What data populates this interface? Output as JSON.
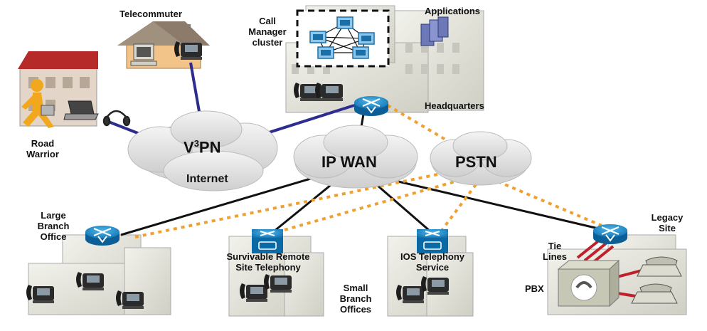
{
  "labels": {
    "telecommuter": "Telecommuter",
    "road_warrior": [
      "Road",
      "Warrior"
    ],
    "call_manager_cluster": [
      "Call",
      "Manager",
      "cluster"
    ],
    "applications": "Applications",
    "headquarters": "Headquarters",
    "vpn_prefix": "V",
    "vpn_sup": "3",
    "vpn_suffix": "PN",
    "internet": "Internet",
    "ip_wan": "IP WAN",
    "pstn": "PSTN",
    "large_branch_office": [
      "Large",
      "Branch",
      "Office"
    ],
    "srst": [
      "Survivable Remote",
      "Site Telephony"
    ],
    "ios_telephony": [
      "IOS Telephony",
      "Service"
    ],
    "small_branch_offices": [
      "Small",
      "Branch",
      "Offices"
    ],
    "legacy_site": [
      "Legacy",
      "Site"
    ],
    "tie_lines": [
      "Tie",
      "Lines"
    ],
    "pbx": "PBX"
  },
  "colors": {
    "wan_link": "#111111",
    "vpn_link": "#2d2d8f",
    "pstn_link": "#f0a030",
    "tie_line": "#c0202a",
    "router": "#1a8fd0",
    "cloud": "#e6e6e6",
    "building": "#e8e8e0"
  },
  "icons": [
    "router-icon",
    "ip-phone-icon",
    "server-icon",
    "laptop-icon",
    "headset-icon",
    "house-icon",
    "pbx-icon",
    "analog-phone-icon",
    "runner-icon"
  ]
}
